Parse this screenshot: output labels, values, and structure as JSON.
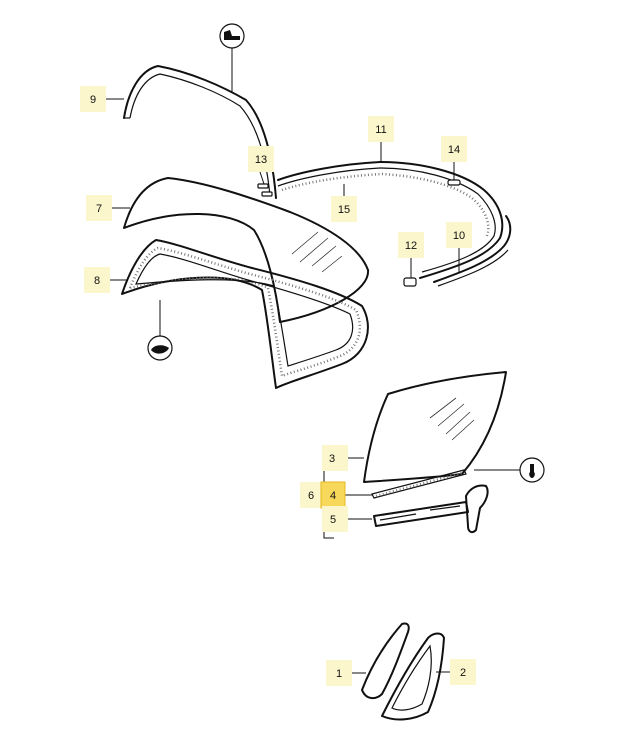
{
  "callouts": [
    {
      "id": "1",
      "label": "1"
    },
    {
      "id": "2",
      "label": "2"
    },
    {
      "id": "3",
      "label": "3"
    },
    {
      "id": "4",
      "label": "4",
      "highlighted": true
    },
    {
      "id": "5",
      "label": "5"
    },
    {
      "id": "6",
      "label": "6"
    },
    {
      "id": "7",
      "label": "7"
    },
    {
      "id": "8",
      "label": "8"
    },
    {
      "id": "9",
      "label": "9"
    },
    {
      "id": "10",
      "label": "10"
    },
    {
      "id": "11",
      "label": "11"
    },
    {
      "id": "12",
      "label": "12"
    },
    {
      "id": "13",
      "label": "13"
    },
    {
      "id": "14",
      "label": "14"
    },
    {
      "id": "15",
      "label": "15"
    }
  ],
  "symbols": {
    "top_symbol": "seal-profile-icon",
    "left_symbol": "sealant-tube-icon",
    "right_symbol": "adhesive-drop-icon"
  },
  "colors": {
    "tag_background": "#fbf6cc",
    "tag_highlight": "#f7d85a",
    "line": "#111111"
  }
}
